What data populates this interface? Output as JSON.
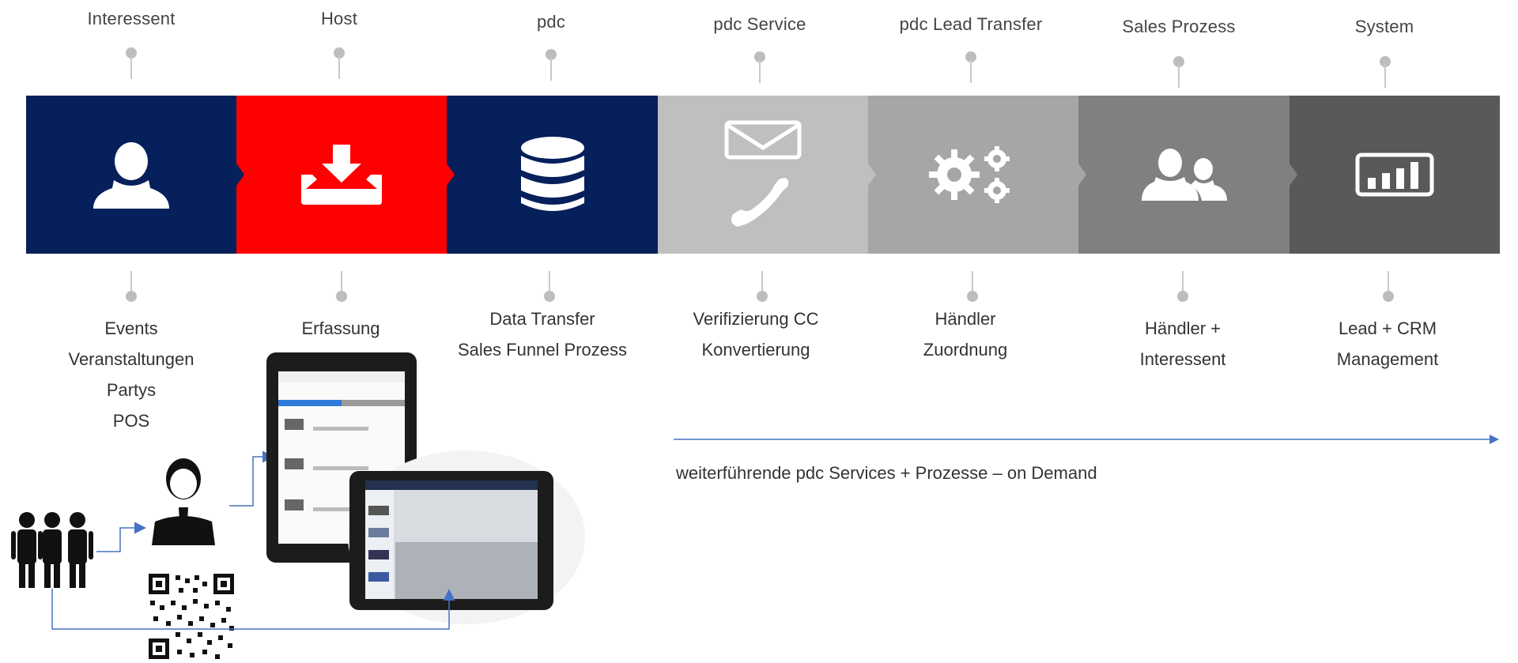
{
  "stages": [
    {
      "key": "interessent",
      "label": "Interessent",
      "icon": "person-icon",
      "color": "#06205c",
      "bottom": [
        "Events",
        "Veranstaltungen",
        "Partys",
        "POS"
      ]
    },
    {
      "key": "host",
      "label": "Host",
      "icon": "download-tray-icon",
      "color": "#ff0000",
      "bottom": [
        "Erfassung"
      ]
    },
    {
      "key": "pdc",
      "label": "pdc",
      "icon": "database-icon",
      "color": "#06205c",
      "bottom": [
        "Data Transfer",
        "Sales Funnel Prozess"
      ]
    },
    {
      "key": "pdc-service",
      "label": "pdc Service",
      "icon": "mail-phone-icon",
      "color": "#bfbfbf",
      "bottom": [
        "Verifizierung CC",
        "Konvertierung"
      ]
    },
    {
      "key": "lead-transfer",
      "label": "pdc Lead Transfer",
      "icon": "gears-icon",
      "color": "#a6a6a6",
      "bottom": [
        "Händler",
        "Zuordnung"
      ]
    },
    {
      "key": "sales",
      "label": "Sales Prozess",
      "icon": "people-icon",
      "color": "#808080",
      "bottom": [
        "Händler +",
        "Interessent"
      ]
    },
    {
      "key": "system",
      "label": "System",
      "icon": "bar-chart-icon",
      "color": "#595959",
      "bottom": [
        "Lead + CRM",
        "Management"
      ]
    }
  ],
  "on_demand": {
    "text": "weiterführende pdc Services + Prozesse – on Demand"
  },
  "colors": {
    "navy": "#06205c",
    "red": "#ff0000",
    "arrow": "#4472c4"
  }
}
